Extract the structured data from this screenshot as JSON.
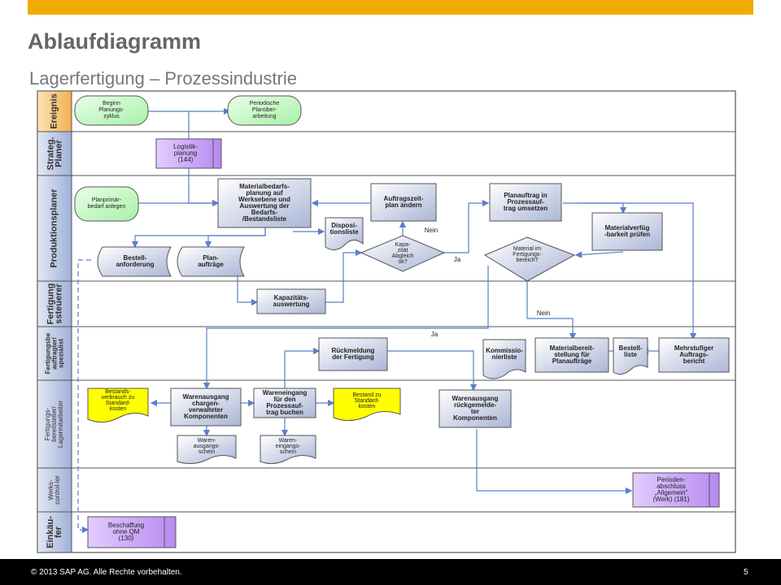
{
  "header": {
    "title": "Ablaufdiagramm",
    "subtitle": "Lagerfertigung – Prozessindustrie"
  },
  "footer": {
    "copyright": "© 2013 SAP AG. Alle Rechte vorbehalten.",
    "page_number": "5"
  },
  "lanes": {
    "ereignis": "Ereignis",
    "strateg_planer": "Strateg.\nPlaner",
    "produktionsplaner": "Produktionsplaner",
    "fertigungssteuerer": "Fertigung\nssteuerer",
    "fertigungsbeauftragter": "Fertigungsbe\nauftragter/\nspezialist",
    "fertigungsbereitsteller": "Fertigungs-\nbereitsteller/\nLagermitarbeiter",
    "werkscontroller": "Werks-\ncontrol-ler",
    "einkaeufer": "Einkäu-\nfer"
  },
  "nodes": {
    "beginn": "Beginn\nPlanungs-\nzyklus",
    "periodische": "Periodische\nPlanüber-\narbeitung",
    "logistik": "Logistik-\nplanung\n(144)",
    "planprimaer": "Planprimär-\nbedarf anlegen",
    "materialbedarfsplanung": "Materialbedarfs-\nplanung auf\nWerksebene und\nAuswertung der\nBedarfs-\n/Bestandsliste",
    "dispositionsliste": "Disposi-\ntionsliste",
    "auftragszeitplan": "Auftragszeit-\nplan ändern",
    "planauftrag": "Planauftrag in\nProzessauf-\ntrag umsetzen",
    "materialverfuegbarkeit": "Materialverfüg\n-barkeit prüfen",
    "bestellanforderung": "Bestell-\nanforderung",
    "planauftraege": "Plan-\naufträge",
    "kapazitaetsabgleich": "Kapa-\nzität\nAbgleich\nok?",
    "material_bereich": "Material im\nFertigungs-\nbereich?",
    "kapazitaetsauswertung": "Kapazitäts-\nauswertung",
    "rueckmeldung": "Rückmeldung\nder Fertigung",
    "kommissionierliste": "Kommissio-\nnierliste",
    "materialbereitstellung": "Materialbereit-\nstellung für\nPlanaufträge",
    "bestellliste": "Bestell-\nliste",
    "mehrstufiger": "Mehrstufiger\nAuftrags-\nbericht",
    "bestandsverbrauch": "Bestands-\nverbrauch zu\nStandard-\nkosten",
    "warenausgang_charge": "Warenausgang\nchargen-\nverwalteter\nKomponenten",
    "wareneingang": "Wareneingang\nfür den\nProzessauf-\ntrag buchen",
    "bestand_standard": "Bestand zu\nStandard-\nkosten",
    "warenausgang_rueck": "Warenausgang\nrückgemelde-\nter\nKomponenten",
    "warenausgangsschein": "Waren-\nausgangs-\nschein",
    "wareneingangsschein": "Waren-\neingangs-\nschein",
    "periodenabschluss": "Perioden-\nabschluss\n„Allgemein\"\n(Werk) (181)",
    "beschaffung": "Beschaffung\nohne QM\n(130)"
  },
  "edge_labels": {
    "nein_top": "Nein",
    "ja_right": "Ja",
    "nein_mid": "Nein",
    "ja_left": "Ja"
  },
  "colors": {
    "accent": "#f0ab00",
    "event_fill": "#ccffcc",
    "planner_fill": "#cc99ff",
    "doc_yellow": "#ffff00",
    "process_fill": "#c5cde4",
    "lane_label_fill": "#b8c4e0",
    "ereignis_fill": "#f8c888",
    "connector": "#5b7fc9"
  }
}
